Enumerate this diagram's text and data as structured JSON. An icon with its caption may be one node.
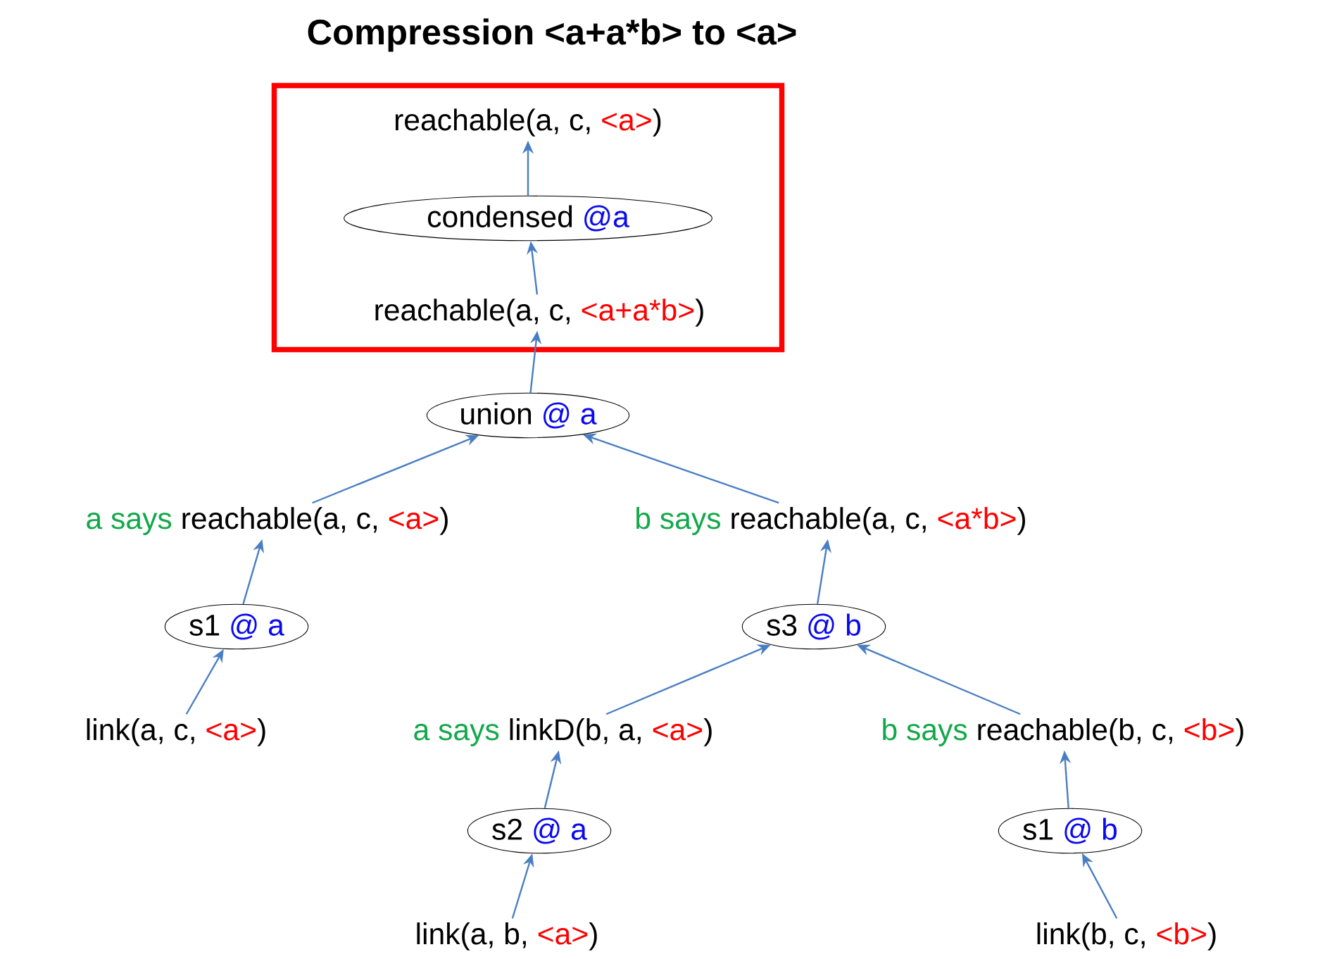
{
  "diagram": {
    "title": "Compression <a+a*b> to <a>",
    "nodes": [
      {
        "text": [],
        "shape": "box"
      },
      {
        "text": [
          "reachable(a, c,",
          "<a>",
          ")"
        ],
        "in": 0
      },
      {
        "text": [
          "condensed",
          "@a"
        ],
        "in": 0
      },
      {
        "text": [
          "reachable(a, c,",
          "<a+a*b>",
          ")"
        ],
        "in": 0
      },
      {
        "text": [
          "union",
          "@ a"
        ]
      },
      {
        "text": [
          "a says",
          "reachable(a, c,",
          "<a>",
          ")"
        ]
      },
      {
        "text": [
          "b says",
          "reachable(a, c,",
          "<a*b>",
          ")"
        ]
      },
      {
        "text": [
          "s1",
          "@ a"
        ]
      },
      {
        "text": [
          "s3",
          "@ b"
        ]
      },
      {
        "text": [
          "link(a, c,",
          "<a>",
          ")"
        ]
      },
      {
        "text": [
          "a says",
          "linkD(b, a,",
          "<a>",
          ")"
        ]
      },
      {
        "text": [
          "b says",
          "reachable(b, c,",
          "<b>",
          ")"
        ]
      },
      {
        "text": [
          "s2",
          "@ a"
        ]
      },
      {
        "text": [
          "s1",
          "@ b"
        ]
      },
      {
        "text": [
          "link(a, b,",
          "<a>",
          ")"
        ]
      },
      {
        "text": [
          "link(b, c,",
          "<b>",
          ")"
        ]
      }
    ],
    "edges": [
      {
        "from": 2,
        "to": 1,
        "arrow": "to"
      },
      {
        "from": 3,
        "to": 2,
        "arrow": "to"
      },
      {
        "from": 4,
        "to": 3,
        "arrow": "to"
      },
      {
        "from": 5,
        "to": 4,
        "arrow": "to"
      },
      {
        "from": 6,
        "to": 4,
        "arrow": "to"
      },
      {
        "from": 7,
        "to": 5,
        "arrow": "to"
      },
      {
        "from": 9,
        "to": 7,
        "arrow": "to"
      },
      {
        "from": 8,
        "to": 6,
        "arrow": "to"
      },
      {
        "from": 10,
        "to": 8,
        "arrow": "to"
      },
      {
        "from": 11,
        "to": 8,
        "arrow": "to"
      },
      {
        "from": 12,
        "to": 10,
        "arrow": "to"
      },
      {
        "from": 14,
        "to": 12,
        "arrow": "to"
      },
      {
        "from": 13,
        "to": 11,
        "arrow": "to"
      },
      {
        "from": 15,
        "to": 13,
        "arrow": "to"
      }
    ]
  }
}
